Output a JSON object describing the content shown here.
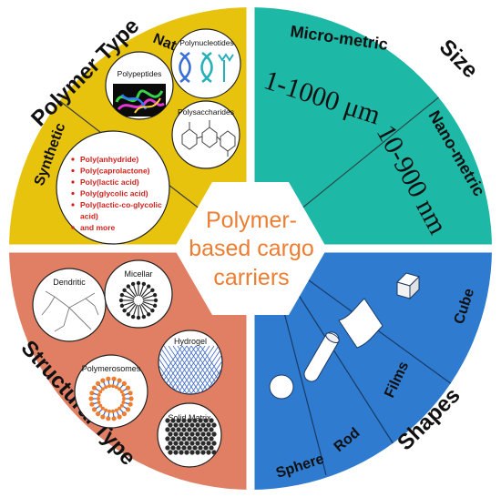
{
  "center": {
    "line1": "Polymer-",
    "line2": "based cargo",
    "line3": "carriers",
    "color": "#ed7d31"
  },
  "polymer_type": {
    "title": "Polymer Type",
    "color": "#e8c30e",
    "natural": {
      "label": "Natural",
      "polypeptides": "Polypeptides",
      "polynucleotides": "Polynucleotides",
      "polysaccharides": "Polysaccharides"
    },
    "synthetic": {
      "label": "Synthetic",
      "items": [
        "Poly(anhydride)",
        "Poly(caprolactone)",
        "Poly(lactic acid)",
        "Poly(glycolic acid)",
        "Poly(lactic-co-glycolic",
        "acid)",
        "and more"
      ]
    }
  },
  "size": {
    "title": "Size",
    "color": "#1db8a6",
    "micro_label": "Micro-metric",
    "micro_value": "1-1000 μm",
    "nano_label": "Nano-metric",
    "nano_value": "10-900 nm"
  },
  "structural_type": {
    "title": "Structural Type",
    "color": "#e07f63",
    "items": [
      "Dendritic",
      "Micellar",
      "Hydrogel",
      "Polymerosomes",
      "Solid Matrix"
    ]
  },
  "shapes": {
    "title": "Shapes",
    "color": "#2e7bcf",
    "items": [
      "Sphere",
      "Rod",
      "Films",
      "Cube"
    ]
  }
}
